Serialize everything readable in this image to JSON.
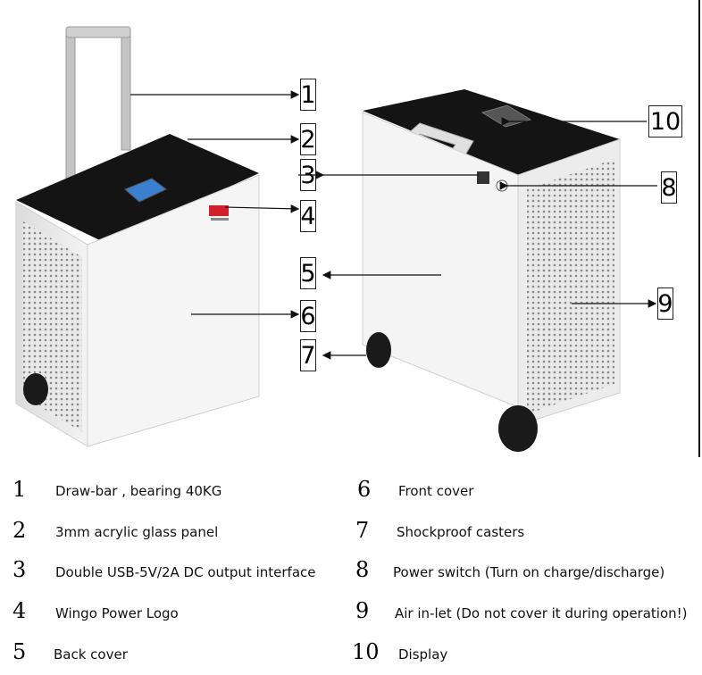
{
  "callouts": [
    "1",
    "2",
    "3",
    "4",
    "5",
    "6",
    "7",
    "8",
    "9",
    "10"
  ],
  "legend": [
    {
      "num": "1",
      "label": "Draw-bar , bearing 40KG"
    },
    {
      "num": "2",
      "label": "3mm acrylic glass panel"
    },
    {
      "num": "3",
      "label": "Double USB-5V/2A DC output interface"
    },
    {
      "num": "4",
      "label": "Wingo Power Logo"
    },
    {
      "num": "5",
      "label": "Back cover"
    },
    {
      "num": "6",
      "label": "Front cover"
    },
    {
      "num": "7",
      "label": "Shockproof casters"
    },
    {
      "num": "8",
      "label": "Power switch (Turn on charge/discharge)"
    },
    {
      "num": "9",
      "label": "Air in-let (Do not cover it during operation!)"
    },
    {
      "num": "10",
      "label": "Display"
    }
  ],
  "colors": {
    "body": "#f2f2f2",
    "body_shade": "#e4e4e4",
    "top_panel": "#141414",
    "handle": "#c8c8c8",
    "wheel": "#1a1a1a",
    "logo_red": "#d0202a"
  }
}
